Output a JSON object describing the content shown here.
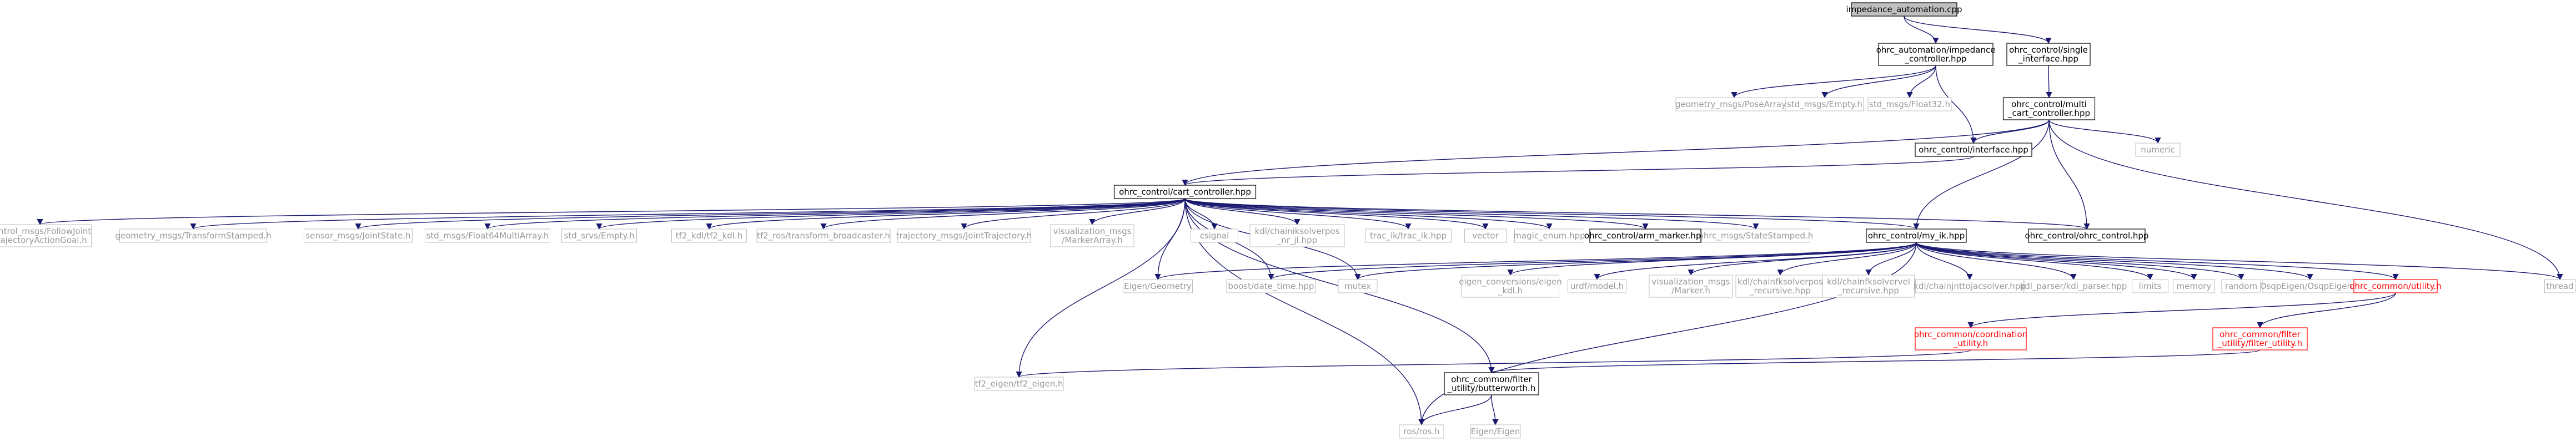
{
  "diagram": {
    "type": "include-dependency-graph",
    "colors": {
      "edge": "#191970",
      "text": "#000000",
      "text_muted": "#999999",
      "text_red": "#ff0000",
      "root_fill": "#bfbfbf",
      "box": "#000000",
      "box_red": "#ff0000"
    },
    "nodes": [
      {
        "id": "impedance_automation",
        "lines": [
          "impedance_automation.cpp"
        ],
        "style": "root"
      },
      {
        "id": "ohrc_automation_impedance",
        "lines": [
          "ohrc_automation/impedance",
          "_controller.hpp"
        ],
        "style": "box"
      },
      {
        "id": "ohrc_control_single",
        "lines": [
          "ohrc_control/single",
          "_interface.hpp"
        ],
        "style": "box"
      },
      {
        "id": "geometry_msgs_PoseArray",
        "lines": [
          "geometry_msgs/PoseArray.h"
        ],
        "style": "muted"
      },
      {
        "id": "std_msgs_Empty",
        "lines": [
          "std_msgs/Empty.h"
        ],
        "style": "muted"
      },
      {
        "id": "std_msgs_Float32",
        "lines": [
          "std_msgs/Float32.h"
        ],
        "style": "muted"
      },
      {
        "id": "ohrc_control_multi",
        "lines": [
          "ohrc_control/multi",
          "_cart_controller.hpp"
        ],
        "style": "box"
      },
      {
        "id": "numeric",
        "lines": [
          "numeric"
        ],
        "style": "muted"
      },
      {
        "id": "ohrc_control_interface",
        "lines": [
          "ohrc_control/interface.hpp"
        ],
        "style": "box"
      },
      {
        "id": "ohrc_control_cart_controller",
        "lines": [
          "ohrc_control/cart_controller.hpp"
        ],
        "style": "box"
      },
      {
        "id": "control_msgs",
        "lines": [
          "control_msgs/FollowJoint",
          "TrajectoryActionGoal.h"
        ],
        "style": "muted"
      },
      {
        "id": "geometry_msgs_TransformStamped",
        "lines": [
          "geometry_msgs/TransformStamped.h"
        ],
        "style": "muted"
      },
      {
        "id": "sensor_msgs_JointState",
        "lines": [
          "sensor_msgs/JointState.h"
        ],
        "style": "muted"
      },
      {
        "id": "std_msgs_Float64MultiArray",
        "lines": [
          "std_msgs/Float64MultiArray.h"
        ],
        "style": "muted"
      },
      {
        "id": "std_srvs_Empty",
        "lines": [
          "std_srvs/Empty.h"
        ],
        "style": "muted"
      },
      {
        "id": "tf2_kdl",
        "lines": [
          "tf2_kdl/tf2_kdl.h"
        ],
        "style": "muted"
      },
      {
        "id": "tf2_ros_transform_broadcaster",
        "lines": [
          "tf2_ros/transform_broadcaster.h"
        ],
        "style": "muted"
      },
      {
        "id": "trajectory_msgs",
        "lines": [
          "trajectory_msgs/JointTrajectory.h"
        ],
        "style": "muted"
      },
      {
        "id": "visualization_msgs_MarkerArray",
        "lines": [
          "visualization_msgs",
          "/MarkerArray.h"
        ],
        "style": "muted"
      },
      {
        "id": "csignal",
        "lines": [
          "csignal"
        ],
        "style": "muted"
      },
      {
        "id": "kdl_chainiksolverpos",
        "lines": [
          "kdl/chainiksolverpos",
          "_nr_jl.hpp"
        ],
        "style": "muted"
      },
      {
        "id": "trac_ik",
        "lines": [
          "trac_ik/trac_ik.hpp"
        ],
        "style": "muted"
      },
      {
        "id": "vector",
        "lines": [
          "vector"
        ],
        "style": "muted"
      },
      {
        "id": "magic_enum",
        "lines": [
          "magic_enum.hpp"
        ],
        "style": "muted"
      },
      {
        "id": "ohrc_control_arm_marker",
        "lines": [
          "ohrc_control/arm_marker.hpp"
        ],
        "style": "box"
      },
      {
        "id": "ohrc_msgs_StateStamped",
        "lines": [
          "ohrc_msgs/StateStamped.h"
        ],
        "style": "muted"
      },
      {
        "id": "ohrc_control_my_ik",
        "lines": [
          "ohrc_control/my_ik.hpp"
        ],
        "style": "box"
      },
      {
        "id": "ohrc_control_ohrc_control",
        "lines": [
          "ohrc_control/ohrc_control.hpp"
        ],
        "style": "box"
      },
      {
        "id": "Eigen_Geometry",
        "lines": [
          "Eigen/Geometry"
        ],
        "style": "muted"
      },
      {
        "id": "boost_date_time",
        "lines": [
          "boost/date_time.hpp"
        ],
        "style": "muted"
      },
      {
        "id": "mutex",
        "lines": [
          "mutex"
        ],
        "style": "muted"
      },
      {
        "id": "eigen_conversions",
        "lines": [
          "eigen_conversions/eigen",
          "_kdl.h"
        ],
        "style": "muted"
      },
      {
        "id": "urdf_model",
        "lines": [
          "urdf/model.h"
        ],
        "style": "muted"
      },
      {
        "id": "visualization_msgs_Marker",
        "lines": [
          "visualization_msgs",
          "/Marker.h"
        ],
        "style": "muted"
      },
      {
        "id": "kdl_chainfksolverpos",
        "lines": [
          "kdl/chainfksolverpos",
          "_recursive.hpp"
        ],
        "style": "muted"
      },
      {
        "id": "kdl_chainfksolvervel",
        "lines": [
          "kdl/chainfksolvervel",
          "_recursive.hpp"
        ],
        "style": "muted"
      },
      {
        "id": "kdl_chainjnttojacsolver",
        "lines": [
          "kdl/chainjnttojacsolver.hpp"
        ],
        "style": "muted"
      },
      {
        "id": "kdl_parser",
        "lines": [
          "kdl_parser/kdl_parser.hpp"
        ],
        "style": "muted"
      },
      {
        "id": "limits",
        "lines": [
          "limits"
        ],
        "style": "muted"
      },
      {
        "id": "memory",
        "lines": [
          "memory"
        ],
        "style": "muted"
      },
      {
        "id": "random",
        "lines": [
          "random"
        ],
        "style": "muted"
      },
      {
        "id": "OsqpEigen",
        "lines": [
          "OsqpEigen/OsqpEigen.h"
        ],
        "style": "muted"
      },
      {
        "id": "ohrc_common_utility",
        "lines": [
          "ohrc_common/utility.h"
        ],
        "style": "red"
      },
      {
        "id": "thread",
        "lines": [
          "thread"
        ],
        "style": "muted"
      },
      {
        "id": "ohrc_common_coordination",
        "lines": [
          "ohrc_common/coordination",
          "_utility.h"
        ],
        "style": "red"
      },
      {
        "id": "ohrc_common_filter_utility",
        "lines": [
          "ohrc_common/filter",
          "_utility/filter_utility.h"
        ],
        "style": "red"
      },
      {
        "id": "tf2_eigen",
        "lines": [
          "tf2_eigen/tf2_eigen.h"
        ],
        "style": "muted"
      },
      {
        "id": "ohrc_common_butterworth",
        "lines": [
          "ohrc_common/filter",
          "_utility/butterworth.h"
        ],
        "style": "box"
      },
      {
        "id": "ros_ros",
        "lines": [
          "ros/ros.h"
        ],
        "style": "muted"
      },
      {
        "id": "Eigen_Eigen",
        "lines": [
          "Eigen/Eigen"
        ],
        "style": "muted"
      }
    ],
    "edges": [
      [
        "impedance_automation",
        "ohrc_automation_impedance"
      ],
      [
        "impedance_automation",
        "ohrc_control_single"
      ],
      [
        "ohrc_automation_impedance",
        "geometry_msgs_PoseArray"
      ],
      [
        "ohrc_automation_impedance",
        "std_msgs_Empty"
      ],
      [
        "ohrc_automation_impedance",
        "std_msgs_Float32"
      ],
      [
        "ohrc_automation_impedance",
        "ohrc_control_interface"
      ],
      [
        "ohrc_control_single",
        "ohrc_control_multi"
      ],
      [
        "ohrc_control_multi",
        "ohrc_control_interface"
      ],
      [
        "ohrc_control_multi",
        "numeric"
      ],
      [
        "ohrc_control_multi",
        "ohrc_control_cart_controller"
      ],
      [
        "ohrc_control_multi",
        "ohrc_control_my_ik"
      ],
      [
        "ohrc_control_multi",
        "ohrc_control_ohrc_control"
      ],
      [
        "ohrc_control_multi",
        "thread"
      ],
      [
        "ohrc_control_interface",
        "ohrc_control_cart_controller"
      ],
      [
        "ohrc_control_cart_controller",
        "control_msgs"
      ],
      [
        "ohrc_control_cart_controller",
        "geometry_msgs_TransformStamped"
      ],
      [
        "ohrc_control_cart_controller",
        "sensor_msgs_JointState"
      ],
      [
        "ohrc_control_cart_controller",
        "std_msgs_Float64MultiArray"
      ],
      [
        "ohrc_control_cart_controller",
        "std_srvs_Empty"
      ],
      [
        "ohrc_control_cart_controller",
        "tf2_kdl"
      ],
      [
        "ohrc_control_cart_controller",
        "tf2_ros_transform_broadcaster"
      ],
      [
        "ohrc_control_cart_controller",
        "trajectory_msgs"
      ],
      [
        "ohrc_control_cart_controller",
        "visualization_msgs_MarkerArray"
      ],
      [
        "ohrc_control_cart_controller",
        "csignal"
      ],
      [
        "ohrc_control_cart_controller",
        "kdl_chainiksolverpos"
      ],
      [
        "ohrc_control_cart_controller",
        "trac_ik"
      ],
      [
        "ohrc_control_cart_controller",
        "vector"
      ],
      [
        "ohrc_control_cart_controller",
        "magic_enum"
      ],
      [
        "ohrc_control_cart_controller",
        "ohrc_control_arm_marker"
      ],
      [
        "ohrc_control_cart_controller",
        "ohrc_msgs_StateStamped"
      ],
      [
        "ohrc_control_cart_controller",
        "ohrc_control_my_ik"
      ],
      [
        "ohrc_control_cart_controller",
        "ohrc_control_ohrc_control"
      ],
      [
        "ohrc_control_cart_controller",
        "Eigen_Geometry"
      ],
      [
        "ohrc_control_cart_controller",
        "boost_date_time"
      ],
      [
        "ohrc_control_cart_controller",
        "mutex"
      ],
      [
        "ohrc_control_cart_controller",
        "tf2_eigen"
      ],
      [
        "ohrc_control_cart_controller",
        "ohrc_common_butterworth"
      ],
      [
        "ohrc_control_cart_controller",
        "ros_ros"
      ],
      [
        "ohrc_control_my_ik",
        "Eigen_Geometry"
      ],
      [
        "ohrc_control_my_ik",
        "boost_date_time"
      ],
      [
        "ohrc_control_my_ik",
        "mutex"
      ],
      [
        "ohrc_control_my_ik",
        "eigen_conversions"
      ],
      [
        "ohrc_control_my_ik",
        "urdf_model"
      ],
      [
        "ohrc_control_my_ik",
        "visualization_msgs_Marker"
      ],
      [
        "ohrc_control_my_ik",
        "kdl_chainfksolverpos"
      ],
      [
        "ohrc_control_my_ik",
        "kdl_chainfksolvervel"
      ],
      [
        "ohrc_control_my_ik",
        "kdl_chainjnttojacsolver"
      ],
      [
        "ohrc_control_my_ik",
        "kdl_parser"
      ],
      [
        "ohrc_control_my_ik",
        "limits"
      ],
      [
        "ohrc_control_my_ik",
        "memory"
      ],
      [
        "ohrc_control_my_ik",
        "random"
      ],
      [
        "ohrc_control_my_ik",
        "OsqpEigen"
      ],
      [
        "ohrc_control_my_ik",
        "ohrc_common_utility"
      ],
      [
        "ohrc_control_my_ik",
        "thread"
      ],
      [
        "ohrc_control_my_ik",
        "ros_ros"
      ],
      [
        "ohrc_common_utility",
        "ohrc_common_coordination"
      ],
      [
        "ohrc_common_utility",
        "ohrc_common_filter_utility"
      ],
      [
        "ohrc_common_coordination",
        "tf2_eigen"
      ],
      [
        "ohrc_common_filter_utility",
        "ohrc_common_butterworth"
      ],
      [
        "ohrc_common_butterworth",
        "ros_ros"
      ],
      [
        "ohrc_common_butterworth",
        "Eigen_Eigen"
      ]
    ]
  }
}
